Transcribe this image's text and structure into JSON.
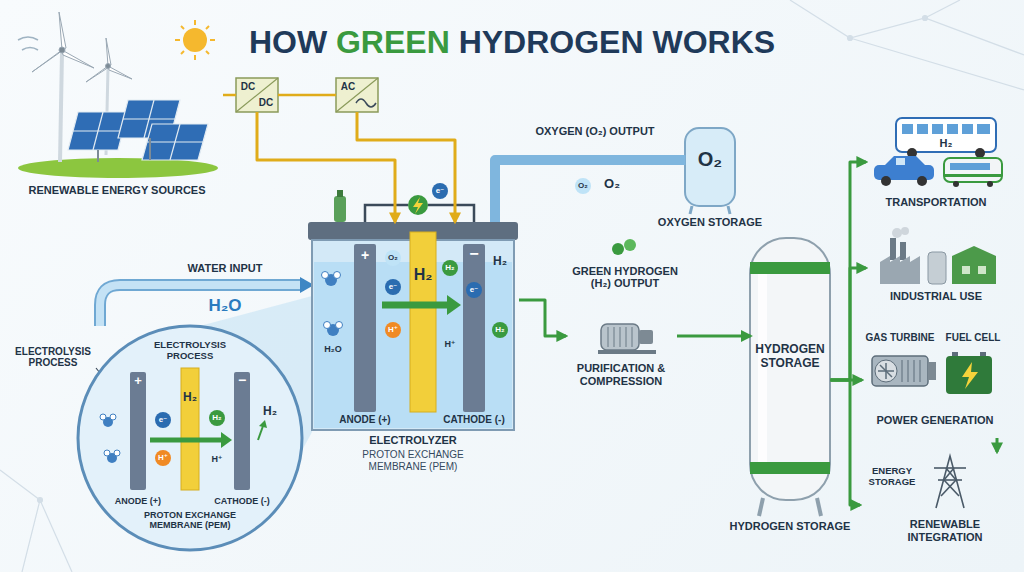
{
  "diagram": {
    "title": "HOW GREEN HYDROGEN WORKS",
    "nodes": [
      {
        "text": [
          "RENEWABLE ENERGY SOURCES"
        ]
      },
      {
        "text": [
          "DC",
          "DC"
        ]
      },
      {
        "text": [
          "AC"
        ]
      },
      {
        "text": [
          "ELECTROLYSIS PROCESS",
          "ANODE (+)",
          "CATHODE (-)",
          "PROTON EXCHANGE MEMBRANE (PEM)"
        ]
      },
      {
        "text": [
          "ELECTROLYZER",
          "PROTON EXCHANGE MEMBRANE (PEM)"
        ]
      },
      {
        "text": [
          "+",
          "ANODE (+)"
        ],
        "in": 4
      },
      {
        "text": [
          "H₂"
        ],
        "in": 4
      },
      {
        "text": [
          "−",
          "CATHODE (-)"
        ],
        "in": 4
      },
      {
        "text": [
          "O₂",
          "OXYGEN STORAGE"
        ]
      },
      {
        "text": [
          "PURIFICATION & COMPRESSION"
        ]
      },
      {
        "text": [
          "HYDROGEN STORAGE",
          "HYDROGEN STORAGE"
        ]
      },
      {
        "text": [
          "TRANSPORTATION"
        ]
      },
      {
        "text": [
          "INDUSTRIAL USE"
        ]
      },
      {
        "text": [
          "GAS TURBINE",
          "FUEL CELL",
          "POWER GENERATION"
        ]
      },
      {
        "text": [
          "ENERGY STORAGE",
          "RENEWABLE INTEGRATION"
        ]
      }
    ],
    "edges": [
      {
        "from": 0,
        "to": 1,
        "arrow": "none"
      },
      {
        "from": 1,
        "to": 2,
        "arrow": "none"
      },
      {
        "from": 1,
        "to": 4,
        "arrow": "to"
      },
      {
        "from": 2,
        "to": 4,
        "arrow": "to"
      },
      {
        "from": 4,
        "to": 8,
        "arrow": "none"
      },
      {
        "from": 4,
        "to": 9,
        "arrow": "to"
      },
      {
        "from": 9,
        "to": 10,
        "arrow": "to"
      },
      {
        "from": 10,
        "to": 11,
        "arrow": "to"
      },
      {
        "from": 10,
        "to": 12,
        "arrow": "to"
      },
      {
        "from": 10,
        "to": 13,
        "arrow": "to"
      },
      {
        "from": 10,
        "to": 14,
        "arrow": "to"
      },
      {
        "from": 13,
        "to": 14,
        "arrow": "to"
      }
    ],
    "labels": [
      "OXYGEN (O₂) OUTPUT",
      "O₂",
      "O₂",
      "e⁻",
      "WATER INPUT",
      "H₂O",
      "ELECTROLYSIS PROCESS",
      "+",
      "−",
      "e⁻",
      "H⁺",
      "H₂",
      "H₂",
      "H⁺",
      "H₂",
      "O₂",
      "e⁻",
      "H⁺",
      "H₂O",
      "H₂",
      "H⁺",
      "e⁻",
      "H₂",
      "H₂",
      "GREEN HYDROGEN (H₂) OUTPUT",
      "H₂"
    ]
  }
}
